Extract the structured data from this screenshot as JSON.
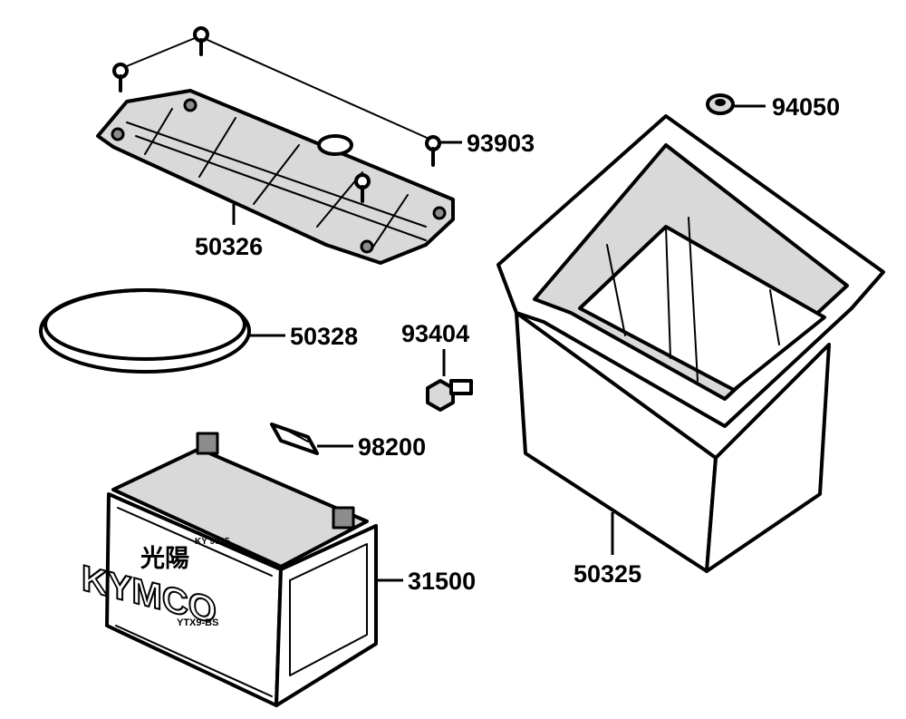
{
  "parts": {
    "p94050": "94050",
    "p93903": "93903",
    "p50326": "50326",
    "p50328": "50328",
    "p93404": "93404",
    "p98200": "98200",
    "p31500": "31500",
    "p50325": "50325"
  },
  "battery": {
    "brand_logo": "KYMCO",
    "model_code": "YTX9-BS",
    "small_code": "KY 9015",
    "script_mark": "光陽"
  },
  "colors": {
    "line": "#000000",
    "fill_light": "#d9d9d9",
    "fill_dark": "#8c8c8c",
    "background": "#ffffff"
  }
}
